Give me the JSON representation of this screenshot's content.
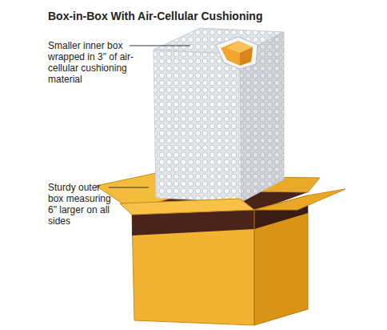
{
  "diagram": {
    "title": "Box-in-Box With Air-Cellular Cushioning",
    "labels": [
      "Smaller inner box wrapped in 3\" of air-cellular cushioning material",
      "Sturdy outer box measuring 6\" larger on all sides"
    ]
  }
}
